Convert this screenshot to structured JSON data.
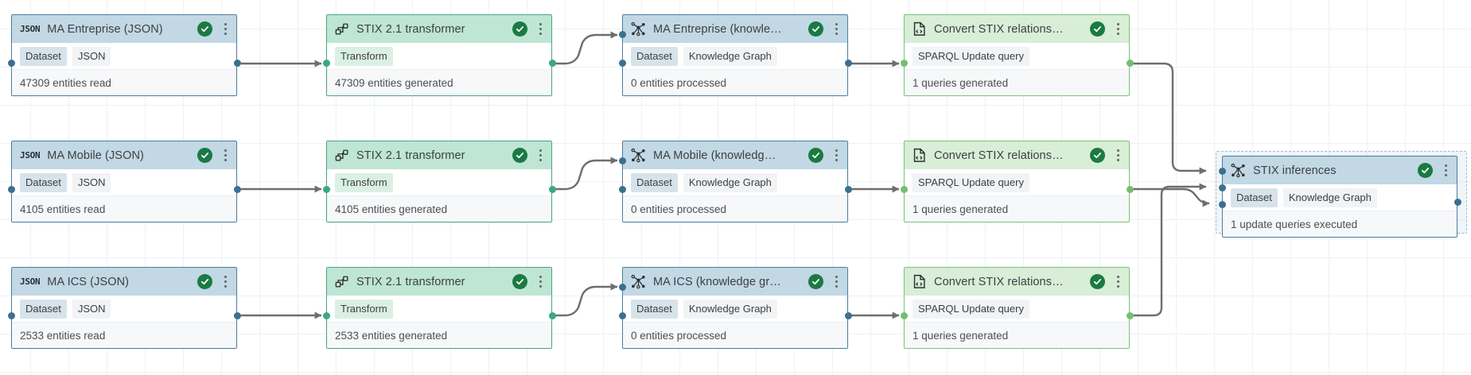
{
  "canvas": {
    "name": "pipeline-canvas",
    "grid": true,
    "background": "#ffffff",
    "grid_color": "#eef1f4"
  },
  "theme": {
    "dataset_border": "#4a7fa0",
    "dataset_header": "#c2d8e4",
    "transform_border": "#4aa882",
    "transform_header": "#bfe5d4",
    "query_border": "#7cc47c",
    "query_header": "#d8eed6",
    "status_ok": "#1b7a43",
    "edge": "#6e6e6e"
  },
  "nodes": [
    {
      "id": "ma-enterprise-json",
      "icon": "json-icon",
      "title": "MA Entreprise (JSON)",
      "status": "success",
      "menu": "more-options",
      "chips": [
        {
          "text": "Dataset",
          "style": "key"
        },
        {
          "text": "JSON",
          "style": "val"
        }
      ],
      "footer": "47309 entities read"
    },
    {
      "id": "stix-transformer-1",
      "icon": "transformer-icon",
      "title": "STIX 2.1 transformer",
      "status": "success",
      "menu": "more-options",
      "chips": [
        {
          "text": "Transform",
          "style": "tgreen"
        }
      ],
      "footer": "47309 entities generated"
    },
    {
      "id": "ma-enterprise-kg",
      "icon": "knowledge-graph-icon",
      "title": "MA Entreprise (knowle…",
      "status": "success",
      "menu": "more-options",
      "chips": [
        {
          "text": "Dataset",
          "style": "key"
        },
        {
          "text": "Knowledge Graph",
          "style": "val"
        }
      ],
      "footer": "0 entities processed"
    },
    {
      "id": "convert-stix-relations-1",
      "icon": "document-code-icon",
      "title": "Convert STIX relations…",
      "status": "success",
      "menu": "more-options",
      "chips": [
        {
          "text": "SPARQL Update query",
          "style": "plain"
        }
      ],
      "footer": "1 queries generated"
    },
    {
      "id": "ma-mobile-json",
      "icon": "json-icon",
      "title": "MA Mobile (JSON)",
      "status": "success",
      "menu": "more-options",
      "chips": [
        {
          "text": "Dataset",
          "style": "key"
        },
        {
          "text": "JSON",
          "style": "val"
        }
      ],
      "footer": "4105 entities read"
    },
    {
      "id": "stix-transformer-2",
      "icon": "transformer-icon",
      "title": "STIX 2.1 transformer",
      "status": "success",
      "menu": "more-options",
      "chips": [
        {
          "text": "Transform",
          "style": "tgreen"
        }
      ],
      "footer": "4105 entities generated"
    },
    {
      "id": "ma-mobile-kg",
      "icon": "knowledge-graph-icon",
      "title": "MA Mobile (knowledg…",
      "status": "success",
      "menu": "more-options",
      "chips": [
        {
          "text": "Dataset",
          "style": "key"
        },
        {
          "text": "Knowledge Graph",
          "style": "val"
        }
      ],
      "footer": "0 entities processed"
    },
    {
      "id": "convert-stix-relations-2",
      "icon": "document-code-icon",
      "title": "Convert STIX relations…",
      "status": "success",
      "menu": "more-options",
      "chips": [
        {
          "text": "SPARQL Update query",
          "style": "plain"
        }
      ],
      "footer": "1 queries generated"
    },
    {
      "id": "ma-ics-json",
      "icon": "json-icon",
      "title": "MA ICS (JSON)",
      "status": "success",
      "menu": "more-options",
      "chips": [
        {
          "text": "Dataset",
          "style": "key"
        },
        {
          "text": "JSON",
          "style": "val"
        }
      ],
      "footer": "2533 entities read"
    },
    {
      "id": "stix-transformer-3",
      "icon": "transformer-icon",
      "title": "STIX 2.1 transformer",
      "status": "success",
      "menu": "more-options",
      "chips": [
        {
          "text": "Transform",
          "style": "tgreen"
        }
      ],
      "footer": "2533 entities generated"
    },
    {
      "id": "ma-ics-kg",
      "icon": "knowledge-graph-icon",
      "title": "MA ICS (knowledge gr…",
      "status": "success",
      "menu": "more-options",
      "chips": [
        {
          "text": "Dataset",
          "style": "key"
        },
        {
          "text": "Knowledge Graph",
          "style": "val"
        }
      ],
      "footer": "0 entities processed"
    },
    {
      "id": "convert-stix-relations-3",
      "icon": "document-code-icon",
      "title": "Convert STIX relations…",
      "status": "success",
      "menu": "more-options",
      "chips": [
        {
          "text": "SPARQL Update query",
          "style": "plain"
        }
      ],
      "footer": "1 queries generated"
    },
    {
      "id": "stix-inferences",
      "icon": "knowledge-graph-icon",
      "title": "STIX inferences",
      "status": "success",
      "menu": "more-options",
      "chips": [
        {
          "text": "Dataset",
          "style": "key"
        },
        {
          "text": "Knowledge Graph",
          "style": "val"
        }
      ],
      "footer": "1 update queries executed",
      "selected": true
    }
  ]
}
